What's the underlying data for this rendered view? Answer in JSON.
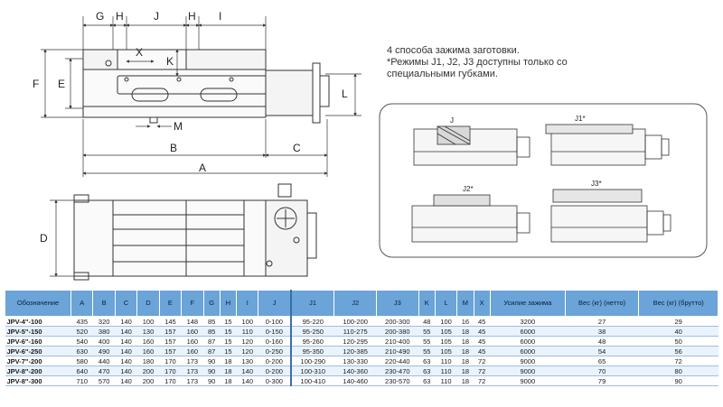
{
  "dims": {
    "G": "G",
    "H": "H",
    "J": "J",
    "H2": "H",
    "I": "I",
    "X": "X",
    "K": "K",
    "F": "F",
    "E": "E",
    "L": "L",
    "M": "M",
    "B": "B",
    "C": "C",
    "A": "A",
    "D": "D"
  },
  "note": {
    "line1": "4 способа зажима заготовки.",
    "line2": "*Режимы J1, J2, J3 доступны только со",
    "line3": "специальными губками."
  },
  "modes": {
    "j": "J",
    "j1": "J1*",
    "j2": "J2*",
    "j3": "J3*"
  },
  "table": {
    "headers": [
      "Обозначение",
      "A",
      "B",
      "C",
      "D",
      "E",
      "F",
      "G",
      "H",
      "I",
      "J",
      "J1",
      "J2",
      "J3",
      "K",
      "L",
      "M",
      "X",
      "Усилие зажима",
      "Вес (кг) (нетто)",
      "Вес (кг) (брутто)"
    ],
    "rows": [
      [
        "JPV-4\"-100",
        "435",
        "320",
        "140",
        "100",
        "145",
        "148",
        "85",
        "15",
        "100",
        "0-100",
        "95-220",
        "100-200",
        "200-300",
        "48",
        "100",
        "16",
        "45",
        "3200",
        "27",
        "29"
      ],
      [
        "JPV-5\"-150",
        "520",
        "380",
        "140",
        "130",
        "157",
        "160",
        "85",
        "15",
        "110",
        "0-150",
        "95-250",
        "110-275",
        "200-380",
        "55",
        "105",
        "18",
        "45",
        "6000",
        "38",
        "40"
      ],
      [
        "JPV-6\"-160",
        "540",
        "400",
        "140",
        "160",
        "157",
        "160",
        "87",
        "15",
        "120",
        "0-160",
        "95-260",
        "120-295",
        "210-400",
        "55",
        "105",
        "18",
        "45",
        "6000",
        "48",
        "50"
      ],
      [
        "JPV-6\"-250",
        "630",
        "490",
        "140",
        "160",
        "157",
        "160",
        "87",
        "15",
        "120",
        "0-250",
        "95-350",
        "120-385",
        "210-490",
        "55",
        "105",
        "18",
        "45",
        "6000",
        "54",
        "56"
      ],
      [
        "JPV-7\"-200",
        "580",
        "440",
        "140",
        "180",
        "170",
        "173",
        "90",
        "18",
        "130",
        "0-200",
        "100-290",
        "130-330",
        "220-440",
        "63",
        "110",
        "18",
        "72",
        "9000",
        "65",
        "72"
      ],
      [
        "JPV-8\"-200",
        "640",
        "470",
        "140",
        "200",
        "170",
        "173",
        "90",
        "18",
        "140",
        "0-200",
        "100-310",
        "140-360",
        "230-470",
        "63",
        "110",
        "18",
        "72",
        "9000",
        "70",
        "80"
      ],
      [
        "JPV-8\"-300",
        "710",
        "570",
        "140",
        "200",
        "170",
        "173",
        "90",
        "18",
        "140",
        "0-300",
        "100-410",
        "140-460",
        "230-570",
        "63",
        "110",
        "18",
        "72",
        "9000",
        "79",
        "90"
      ]
    ]
  }
}
